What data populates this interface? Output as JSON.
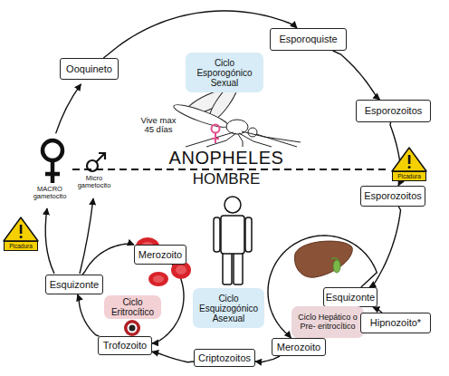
{
  "diagram": {
    "nodes": [
      {
        "text": [
          "Ooquineto"
        ]
      },
      {
        "text": [
          "Ciclo Esporogónico Sexual"
        ]
      },
      {
        "text": [
          "Esporoquiste"
        ]
      },
      {
        "text": [
          "Esporozoitos"
        ]
      },
      {
        "text": [
          "Esporozoitos"
        ]
      },
      {
        "text": [
          "Merozoito"
        ]
      },
      {
        "text": [
          "Esquizonte"
        ]
      },
      {
        "text": [
          "Ciclo Eritrocítico"
        ]
      },
      {
        "text": [
          "Ciclo Esquizogónico Asexual"
        ]
      },
      {
        "text": [
          "Esquizonte"
        ]
      },
      {
        "text": [
          "Ciclo Hepático o Pre- eritrocítico"
        ]
      },
      {
        "text": [
          "Hipnozoito*"
        ]
      },
      {
        "text": [
          "Trofozoito"
        ]
      },
      {
        "text": [
          "Criptozoitos"
        ]
      },
      {
        "text": [
          "Merozoito"
        ]
      }
    ],
    "edges": [
      {
        "from": 0,
        "to": 2,
        "arrow": "to"
      },
      {
        "from": 2,
        "to": 3,
        "arrow": "to"
      },
      {
        "from": 3,
        "to": 4,
        "arrow": "to"
      },
      {
        "from": 4,
        "to": 9,
        "arrow": "to"
      },
      {
        "from": 9,
        "to": 14,
        "arrow": "to"
      },
      {
        "from": 11,
        "to": 9,
        "arrow": "to"
      },
      {
        "from": 14,
        "to": 13,
        "arrow": "to"
      },
      {
        "from": 13,
        "to": 12,
        "arrow": "to"
      },
      {
        "from": 12,
        "to": 6,
        "arrow": "to"
      },
      {
        "from": 6,
        "to": 5,
        "arrow": "to"
      },
      {
        "from": 5,
        "to": 12,
        "arrow": "to"
      }
    ],
    "labels": [
      "Vive max 45 días",
      "ANOPHELES",
      "HOMBRE",
      "MACRO gametocito",
      "Micro gametocito",
      "Picadura",
      "Picadura"
    ]
  }
}
